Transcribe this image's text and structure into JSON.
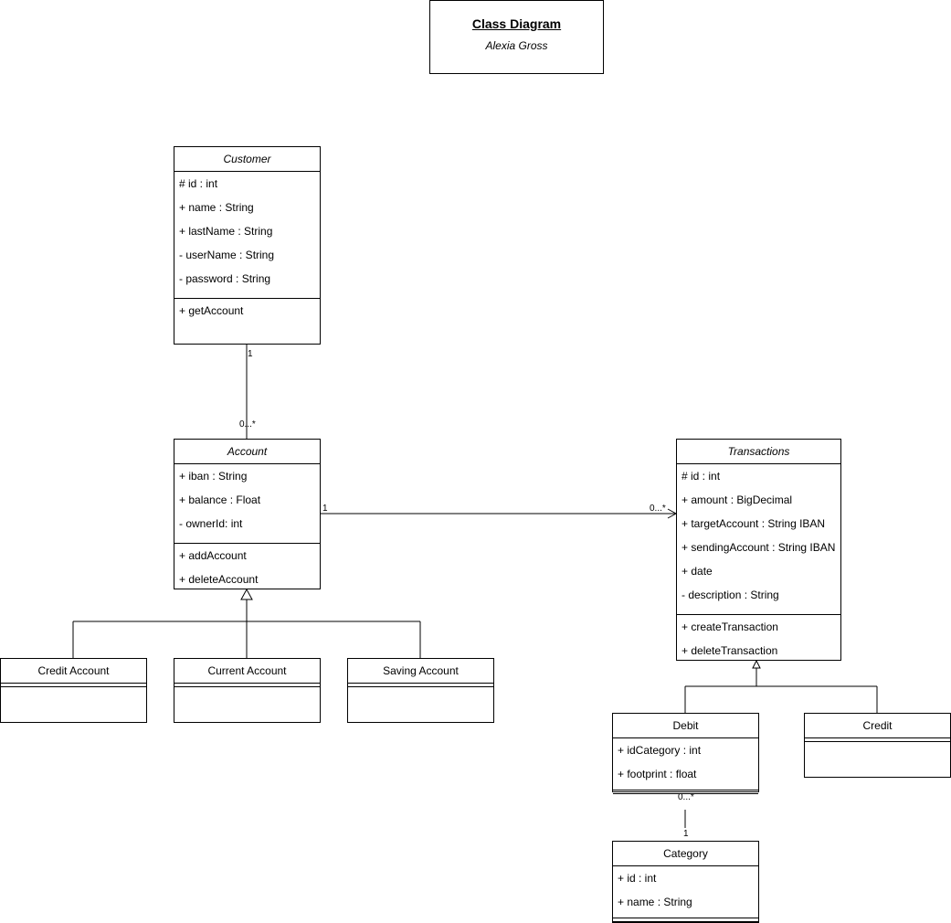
{
  "title": {
    "main": "Class Diagram",
    "author": "Alexia Gross"
  },
  "classes": {
    "customer": {
      "name": "Customer",
      "attributes": [
        "# id : int",
        "+ name : String",
        "+ lastName : String",
        "- userName : String",
        "- password : String"
      ],
      "methods": [
        "+ getAccount"
      ]
    },
    "account": {
      "name": "Account",
      "attributes": [
        "+ iban : String",
        "+ balance : Float",
        "- ownerId: int"
      ],
      "methods": [
        "+ addAccount",
        "+ deleteAccount"
      ]
    },
    "transactions": {
      "name": "Transactions",
      "attributes": [
        "# id : int",
        "+ amount : BigDecimal",
        "+ targetAccount : String IBAN",
        "+ sendingAccount : String IBAN",
        "+ date",
        "- description : String"
      ],
      "methods": [
        "+ createTransaction",
        "+ deleteTransaction"
      ]
    },
    "credit_account": {
      "name": "Credit Account"
    },
    "current_account": {
      "name": "Current Account"
    },
    "saving_account": {
      "name": "Saving Account"
    },
    "debit": {
      "name": "Debit",
      "attributes": [
        "+ idCategory : int",
        "+ footprint : float"
      ]
    },
    "credit": {
      "name": "Credit"
    },
    "category": {
      "name": "Category",
      "attributes": [
        "+ id : int",
        "+ name : String"
      ]
    }
  },
  "multiplicities": {
    "customer_end": "1",
    "account_end": "0...*",
    "account_tx_end": "1",
    "tx_end": "0...*",
    "debit_end": "0...*",
    "category_end": "1"
  }
}
